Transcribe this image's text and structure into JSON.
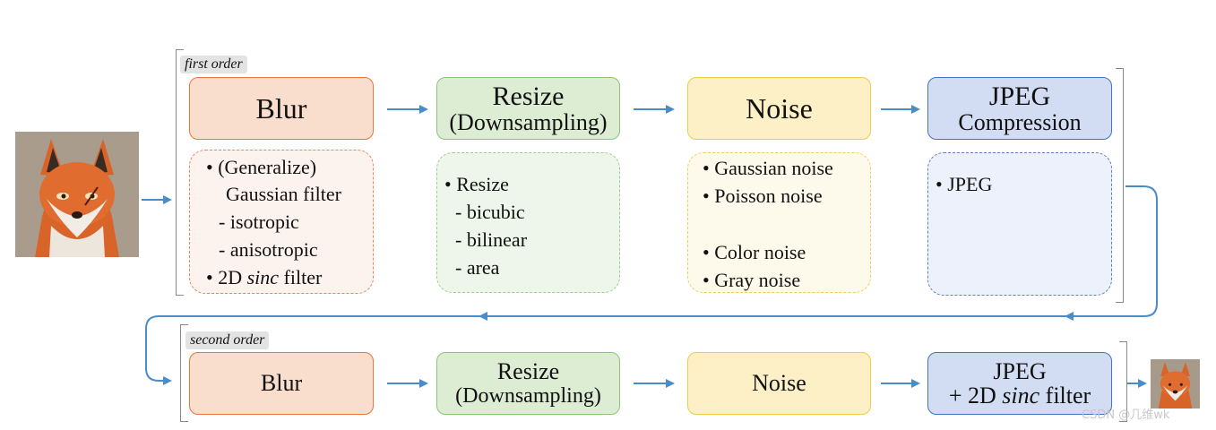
{
  "first_order": {
    "tag": "first order",
    "blur": {
      "title": "Blur",
      "items": [
        "• (Generalize)",
        "Gaussian filter",
        "- isotropic",
        "- anisotropic",
        "• 2D",
        "sinc",
        "filter"
      ]
    },
    "resize": {
      "title": "Resize",
      "subtitle": "(Downsampling)",
      "items": [
        "• Resize",
        "- bicubic",
        "- bilinear",
        "- area"
      ]
    },
    "noise": {
      "title": "Noise",
      "items": [
        "• Gaussian noise",
        "• Poisson noise",
        "• Color noise",
        "• Gray noise"
      ]
    },
    "jpeg": {
      "title": "JPEG",
      "subtitle": "Compression",
      "items": [
        "• JPEG"
      ]
    }
  },
  "second_order": {
    "tag": "second order",
    "blur": {
      "title": "Blur"
    },
    "resize": {
      "title": "Resize",
      "subtitle": "(Downsampling)"
    },
    "noise": {
      "title": "Noise"
    },
    "jpeg": {
      "title": "JPEG",
      "subtitle_pre": "+ 2D",
      "subtitle_em": "sinc",
      "subtitle_post": "filter"
    }
  },
  "watermark": "CSDN @几维wk",
  "colors": {
    "arrow": "#4a8cc8",
    "blur_fill": "#f9dece",
    "blur_border": "#e8763d",
    "resize_fill": "#dcedd4",
    "resize_border": "#8cc47a",
    "noise_fill": "#fdf0c6",
    "noise_border": "#f1c94c",
    "jpeg_fill": "#d2dcf3",
    "jpeg_border": "#4572c4"
  },
  "icons": {
    "input_image": "fox-portrait-image",
    "output_image": "fox-portrait-small-image"
  }
}
